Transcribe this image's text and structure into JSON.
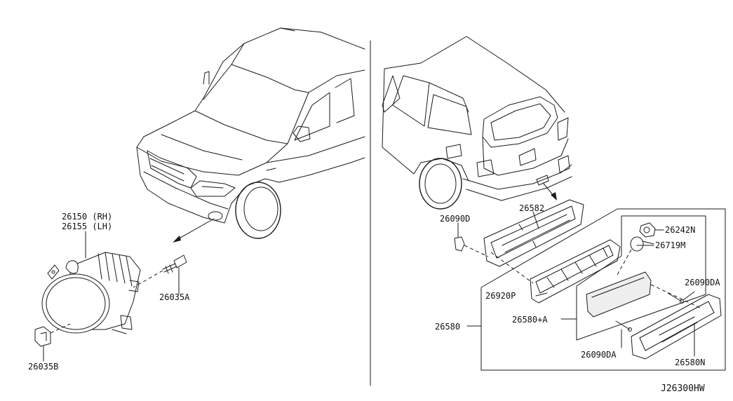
{
  "diagram_code": "J26300HW",
  "labels": {
    "fog_lamp_rh": "26150 (RH)",
    "fog_lamp_lh": "26155 (LH)",
    "screw_a": "26035A",
    "bracket_b": "26035B",
    "clip_d": "26090D",
    "finisher_base": "26582",
    "bulb_socket": "26242N",
    "bulb": "26719M",
    "screw_da_top": "26090DA",
    "lens_p": "26920P",
    "lamp_assy": "26580",
    "lamp_sub": "26580+A",
    "screw_da_bottom": "26090DA",
    "lens_n": "26580N"
  }
}
